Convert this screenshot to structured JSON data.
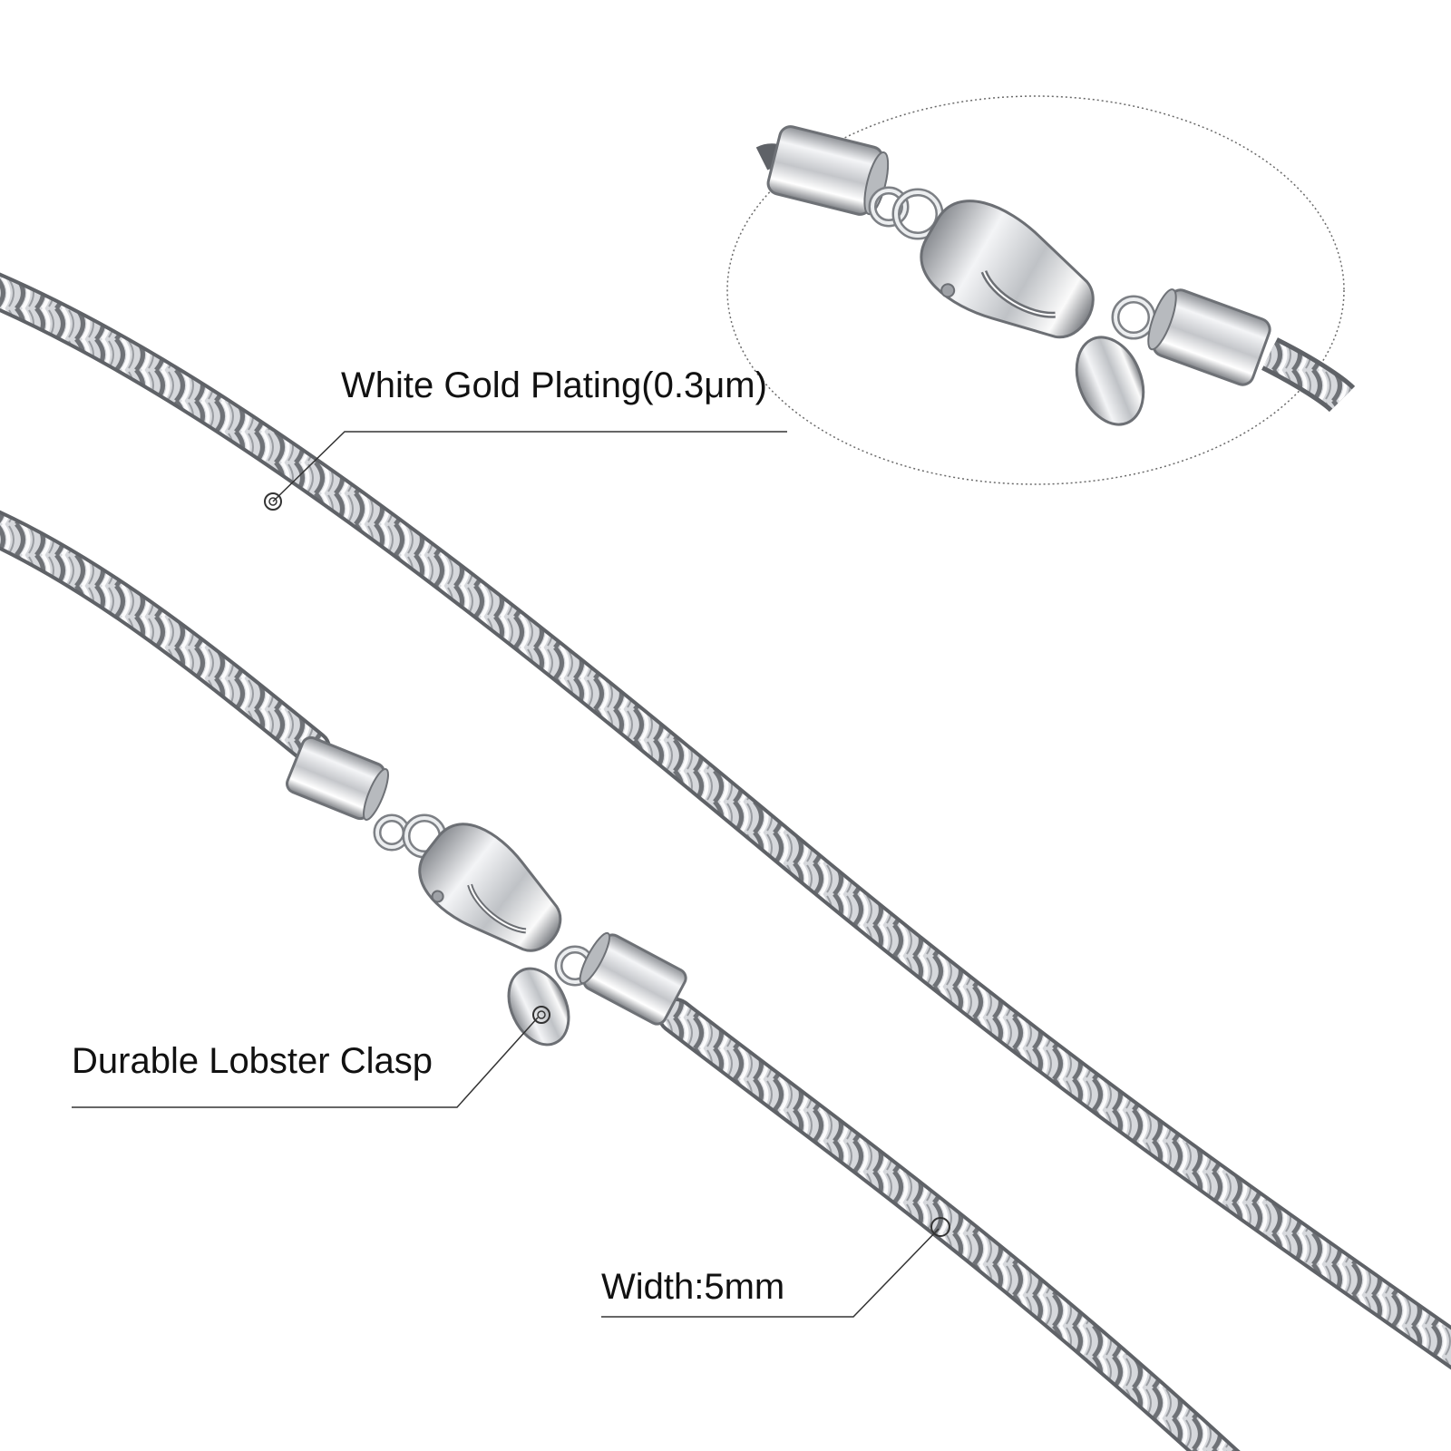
{
  "background_color": "#ffffff",
  "metal_color": "#c9cbcf",
  "callouts": {
    "plating": {
      "text": "White Gold Plating(0.3μm)"
    },
    "clasp": {
      "text": "Durable Lobster Clasp"
    },
    "width": {
      "text": "Width:5mm"
    }
  }
}
